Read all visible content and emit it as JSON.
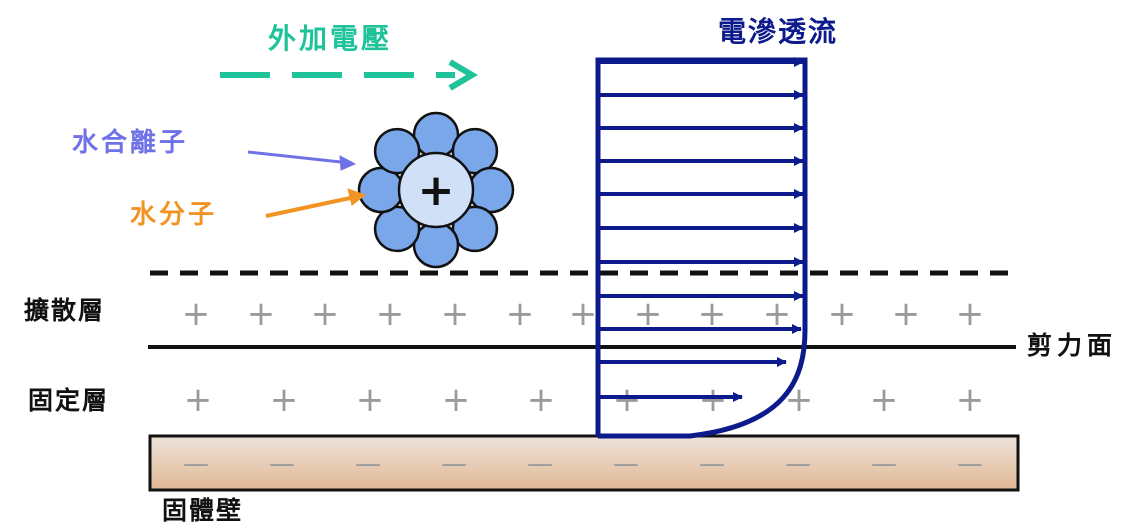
{
  "labels": {
    "applied_voltage": "外加電壓",
    "electroosmotic_flow": "電滲透流",
    "hydrated_ion": "水合離子",
    "water_molecule": "水分子",
    "diffuse_layer": "擴散層",
    "fixed_layer": "固定層",
    "shear_plane": "剪力面",
    "solid_wall": "固體壁"
  },
  "symbols": {
    "positive": "+",
    "negative": "—"
  },
  "colors": {
    "voltage_arrow": "#1fc39a",
    "flow_arrows": "#0d1a8c",
    "hydrated_ion_label": "#6e72e6",
    "water_molecule_label": "#f29423",
    "label_dark": "#111111",
    "ion_shell": "#7aa7ea",
    "ion_core": "#cfe0f7",
    "wall_fill_top": "#ede3da",
    "wall_fill_bottom": "#e1b894",
    "charge_sign": "#9a9a9a"
  }
}
